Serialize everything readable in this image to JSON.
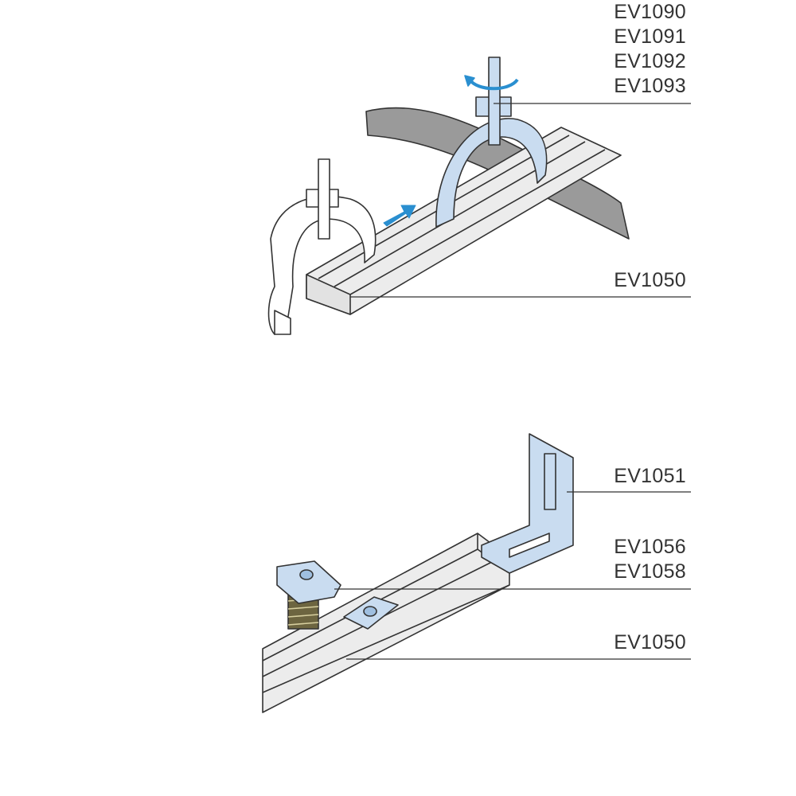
{
  "top_assembly": {
    "clamp_labels": [
      "EV1090",
      "EV1091",
      "EV1092",
      "EV1093"
    ],
    "rail_label": "EV1050"
  },
  "bottom_assembly": {
    "bracket_label": "EV1051",
    "nut_labels": [
      "EV1056",
      "EV1058"
    ],
    "rail_label": "EV1050"
  },
  "colors": {
    "part_blue": "#c9dcf0",
    "arrow_blue": "#2a8fd0",
    "rail_grey": "#ececec",
    "cable_grey": "#9a9a9a",
    "outline": "#333333"
  }
}
